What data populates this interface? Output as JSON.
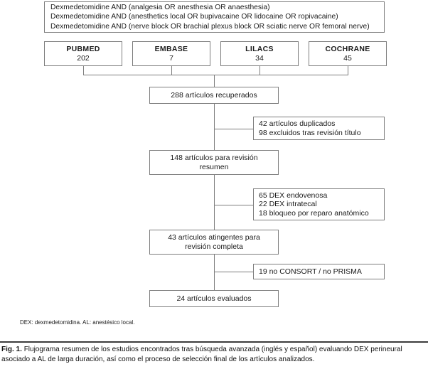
{
  "figure": {
    "query_box": {
      "lines": [
        "Dexmedetomidine AND (analgesia OR anesthesia OR anaesthesia)",
        "Dexmedetomidine AND (anesthetics local OR bupivacaine OR lidocaine OR ropivacaine)",
        "Dexmedetomidine AND (nerve block OR brachial plexus block OR sciatic nerve OR femoral nerve)"
      ]
    },
    "databases": [
      {
        "name": "PUBMED",
        "count": "202"
      },
      {
        "name": "EMBASE",
        "count": "7"
      },
      {
        "name": "LILACS",
        "count": "34"
      },
      {
        "name": "COCHRANE",
        "count": "45"
      }
    ],
    "flow": {
      "retrieved": {
        "lines": [
          "288 artículos recuperados"
        ]
      },
      "abstract_review": {
        "lines": [
          "148 artículos para revisión",
          "resumen"
        ]
      },
      "fulltext_review": {
        "lines": [
          "43 artículos atingentes para",
          "revisión completa"
        ]
      },
      "evaluated": {
        "lines": [
          "24 artículos evaluados"
        ]
      }
    },
    "exclusions": {
      "stage_1": {
        "lines": [
          "42 artículos duplicados",
          "98 excluidos tras revisión título"
        ]
      },
      "stage_2": {
        "lines": [
          "65 DEX endovenosa",
          "22 DEX intratecal",
          "18 bloqueo por reparo anatómico"
        ]
      },
      "stage_3": {
        "lines": [
          "19 no CONSORT / no PRISMA"
        ]
      }
    },
    "footnote": "DEX: dexmedetomidina. AL: anestésico local.",
    "caption": {
      "label": "Fig. 1.",
      "text": "Flujograma resumen de los estudios encontrados tras búsqueda avanzada (inglés y español) evaluando DEX perineural asociado a AL de larga duración, así como el proceso de selección final de los artículos analizados."
    },
    "colors": {
      "box_border": "#7d7d7d",
      "connector": "#7d7d7d",
      "rule": "#3c3c3c",
      "text": "#1a1a1a"
    }
  }
}
